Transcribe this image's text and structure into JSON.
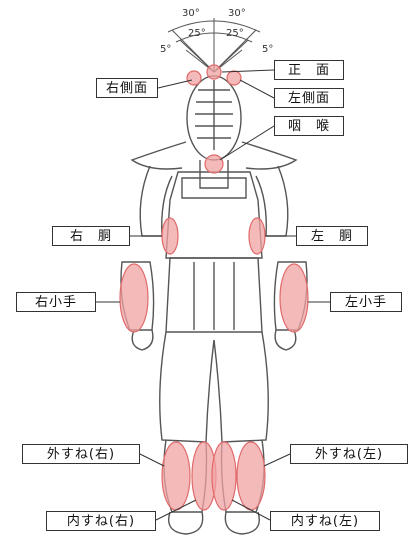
{
  "title": "",
  "angles": {
    "left_outer": "30°",
    "right_outer": "30°",
    "left_inner": "25°",
    "right_inner": "25°",
    "left_small": "5°",
    "right_small": "5°"
  },
  "targets": {
    "men_front": "正　面",
    "men_right": "右側面",
    "men_left": "左側面",
    "throat": "咽　喉",
    "do_right": "右　胴",
    "do_left": "左　胴",
    "kote_right": "右小手",
    "kote_left": "左小手",
    "shin_outer_right": "外すね(右)",
    "shin_outer_left": "外すね(左)",
    "shin_inner_right": "内すね(右)",
    "shin_inner_left": "内すね(左)"
  },
  "colors": {
    "target_fill": "#f0a3a3",
    "target_stroke": "#e06a6a",
    "outline": "#555555"
  }
}
